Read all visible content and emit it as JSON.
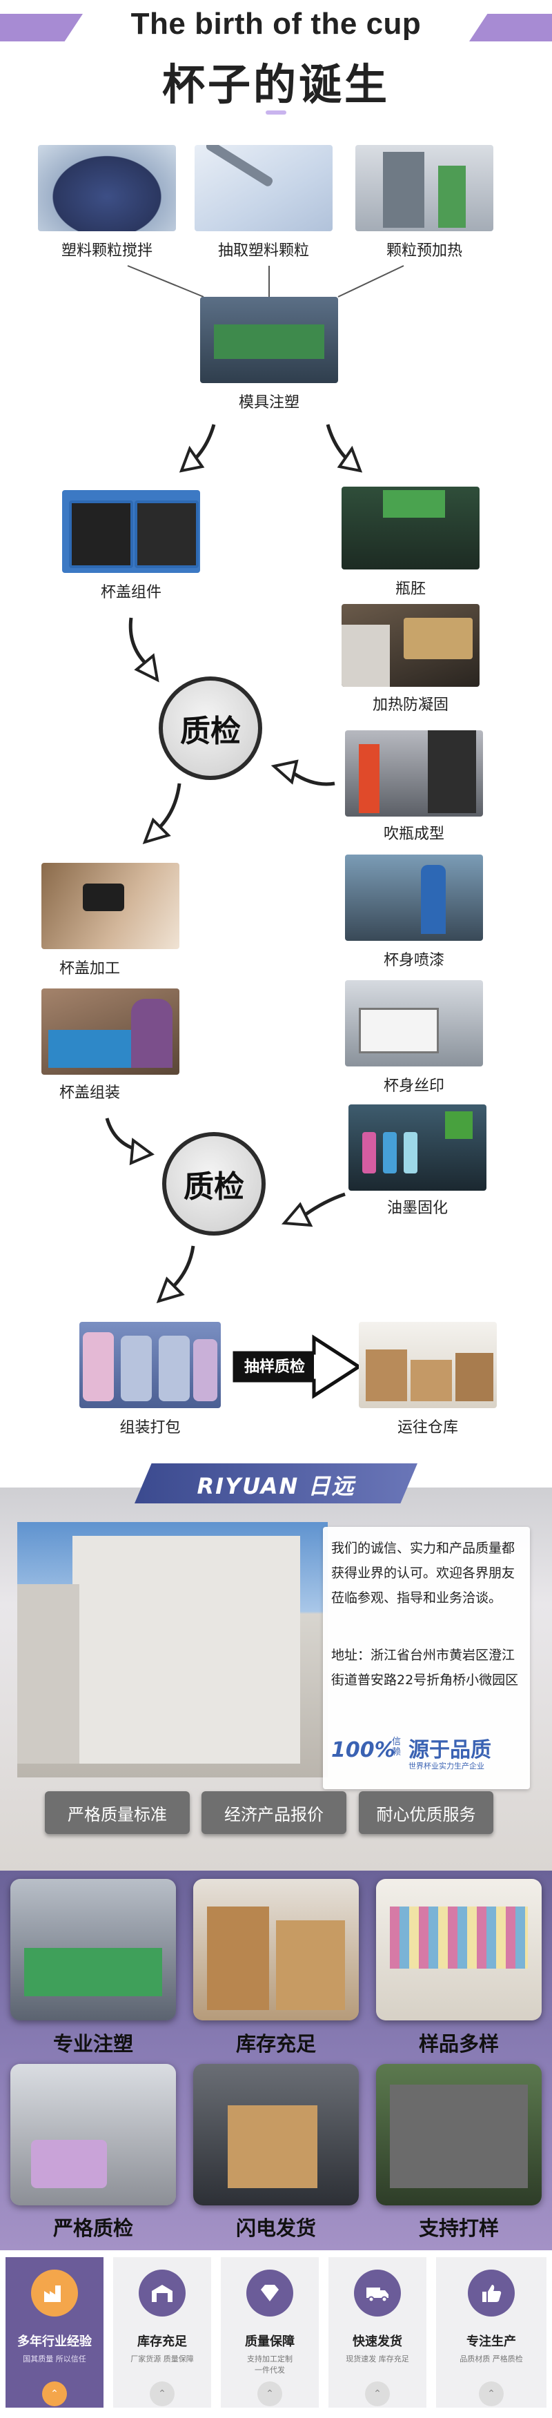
{
  "header": {
    "title_en": "The birth of the cup",
    "title_cn": "杯子的诞生"
  },
  "process": {
    "step1": "塑料颗粒搅拌",
    "step2": "抽取塑料颗粒",
    "step3": "颗粒预加热",
    "step4": "模具注塑",
    "left1": "杯盖组件",
    "right1": "瓶胚",
    "right2": "加热防凝固",
    "right3": "吹瓶成型",
    "right4": "杯身喷漆",
    "right5": "杯身丝印",
    "right6": "油墨固化",
    "left2": "杯盖加工",
    "left3": "杯盖组装",
    "qc1": "质检",
    "qc2": "质检",
    "pack": "组装打包",
    "sample_qc": "抽样质检",
    "warehouse": "运往仓库"
  },
  "company": {
    "brand": "RIYUAN 日远",
    "intro": "我们的诚信、实力和产品质量都获得业界的认可。欢迎各界朋友莅临参观、指导和业务洽谈。",
    "address": "地址：浙江省台州市黄岩区澄江街道普安路22号折角桥小微园区",
    "quality_pct": "100%",
    "quality_trust": "信赖",
    "quality_big": "源于品质",
    "quality_small": "世界杯业实力生产企业",
    "features": [
      "严格质量标准",
      "经济产品报价",
      "耐心优质服务"
    ]
  },
  "gallery": [
    "专业注塑",
    "库存充足",
    "样品多样",
    "严格质检",
    "闪电发货",
    "支持打样"
  ],
  "tiles": [
    {
      "title": "多年行业经验",
      "sub": "国其质量 所以信任",
      "icon": "factory-icon"
    },
    {
      "title": "库存充足",
      "sub": "厂家货源 质量保障",
      "icon": "warehouse-icon"
    },
    {
      "title": "质量保障",
      "sub": "支持加工定制\n一件代发",
      "icon": "diamond-icon"
    },
    {
      "title": "快速发货",
      "sub": "现货速发 库存充足",
      "icon": "truck-icon"
    },
    {
      "title": "专注生产",
      "sub": "品质材质 严格质检",
      "icon": "thumbs-up-icon"
    }
  ],
  "colors": {
    "accent_purple": "#8e7bd0",
    "tile_highlight": "#6b5c99",
    "circle_gray": "#d8d8d8"
  }
}
